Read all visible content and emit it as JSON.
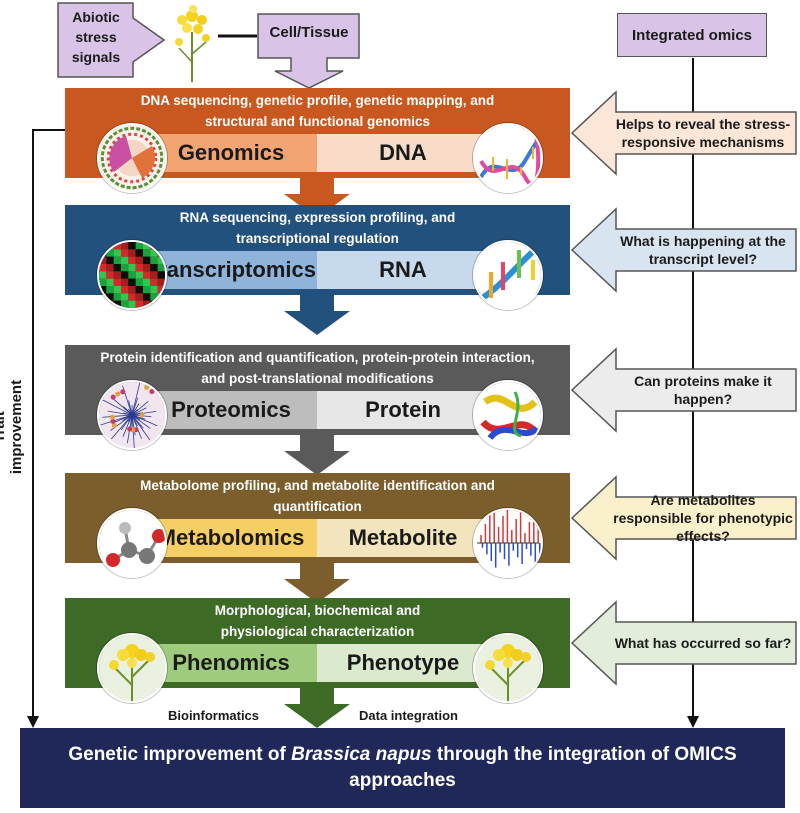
{
  "top": {
    "stress_label_lines": [
      "Abiotic",
      "stress",
      "signals"
    ],
    "cell_tissue_label": "Cell/Tissue",
    "integrated_omics_label": "Integrated omics"
  },
  "side_label": "Trait improvement",
  "layers": [
    {
      "desc_line1": "DNA sequencing, genetic profile, genetic mapping, and",
      "desc_line2": "structural and functional genomics",
      "left_label": "Genomics",
      "right_label": "DNA",
      "question": "Helps to reveal the stress-responsive mechanisms",
      "band_color": "#c8581f",
      "left_color": "#f2a473",
      "right_color": "#f9dcc8",
      "arrow_color": "#fce6d7",
      "icon_left": "circular-genome-map-icon",
      "icon_right": "dna-helix-icon"
    },
    {
      "desc_line1": "RNA sequencing, expression profiling, and",
      "desc_line2": "transcriptional regulation",
      "left_label": "Transcriptomics",
      "right_label": "RNA",
      "question": "What is happening at the transcript level?",
      "band_color": "#23517e",
      "left_color": "#8fb3d9",
      "right_color": "#c7d9ec",
      "arrow_color": "#d9e4f1",
      "icon_left": "heatmap-icon",
      "icon_right": "rna-strand-icon"
    },
    {
      "desc_line1": "Protein identification and quantification, protein-protein interaction,",
      "desc_line2": "and post-translational modifications",
      "left_label": "Proteomics",
      "right_label": "Protein",
      "question": "Can proteins make it happen?",
      "band_color": "#5a5a5a",
      "left_color": "#bdbdbd",
      "right_color": "#e6e6e6",
      "arrow_color": "#ececec",
      "icon_left": "interaction-network-icon",
      "icon_right": "protein-structure-icon"
    },
    {
      "desc_line1": "Metabolome profiling, and metabolite identification and",
      "desc_line2": "quantification",
      "left_label": "Metabolomics",
      "right_label": "Metabolite",
      "question": "Are metabolites responsible for phenotypic effects?",
      "band_color": "#7b5e2b",
      "left_color": "#f5cf66",
      "right_color": "#f2e4bd",
      "arrow_color": "#fbf0cc",
      "icon_left": "molecule-icon",
      "icon_right": "mass-spectrum-icon"
    },
    {
      "desc_line1": "Morphological, biochemical and",
      "desc_line2": "physiological characterization",
      "left_label": "Phenomics",
      "right_label": "Phenotype",
      "question": "What has occurred so far?",
      "band_color": "#3d6a25",
      "left_color": "#9fcb7e",
      "right_color": "#dbe9cf",
      "arrow_color": "#e2eedb",
      "icon_left": "canola-plant-icon",
      "icon_right": "canola-plant-icon"
    }
  ],
  "bottom_labels": {
    "bioinformatics": "Bioinformatics",
    "data_integration": "Data integration"
  },
  "final": {
    "pre": "Genetic improvement of ",
    "italic": "Brassica napus",
    "post": " through the integration of OMICS approaches"
  }
}
